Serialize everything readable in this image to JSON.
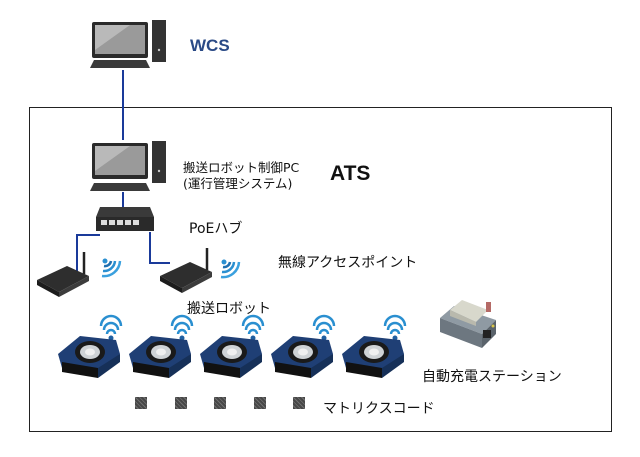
{
  "diagram": {
    "nodes": {
      "wcs": {
        "label": "WCS",
        "icon": "desktop-pc-icon"
      },
      "control_pc": {
        "label_line1": "搬送ロボット制御PC",
        "label_line2": "(運行管理システム)",
        "icon": "desktop-pc-icon"
      },
      "ats": {
        "label": "ATS"
      },
      "poe_hub": {
        "label": "PoEハブ",
        "icon": "network-switch-icon"
      },
      "access_points": {
        "label": "無線アクセスポイント",
        "count": 2,
        "icon": "wireless-router-icon"
      },
      "robots": {
        "label": "搬送ロボット",
        "count": 5,
        "icon": "agv-robot-icon"
      },
      "charging_station": {
        "label": "自動充電ステーション",
        "icon": "charging-station-icon"
      },
      "matrix_codes": {
        "label": "マトリクスコード",
        "count": 5,
        "icon": "qr-code-icon"
      }
    },
    "colors": {
      "link": "#1a3a9a",
      "wcs_text": "#2a4a86",
      "robot_body": "#1f3f75",
      "wifi": "#2a8fd0",
      "frame": "#222222"
    }
  }
}
